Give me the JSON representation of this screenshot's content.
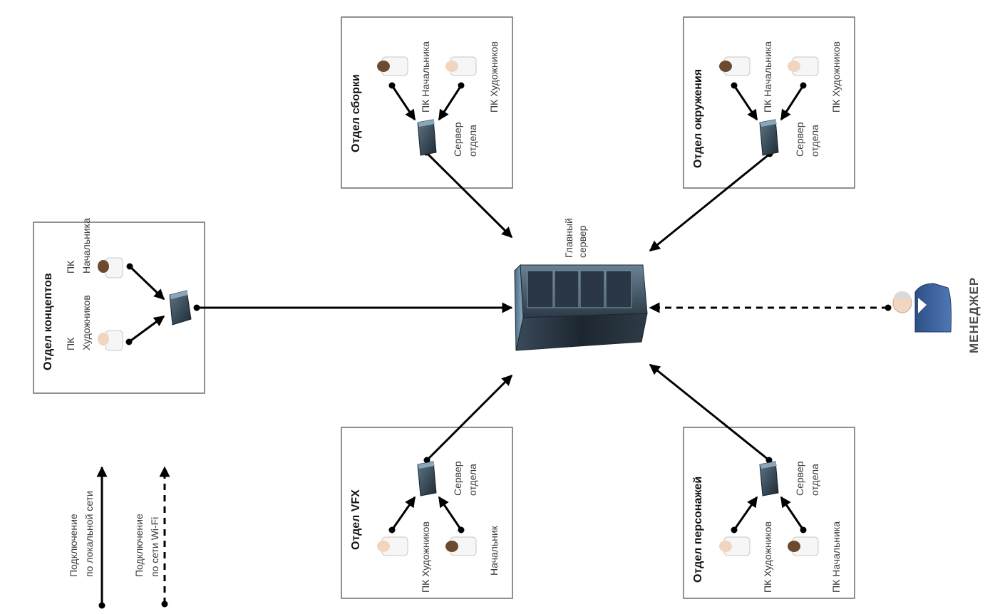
{
  "diagram": {
    "main_server": {
      "label_lines": [
        "Главный",
        "сервер"
      ]
    },
    "manager": {
      "label": "МЕНЕДЖЕР"
    },
    "departments": [
      {
        "id": "concepts",
        "title": "Отдел концептов",
        "boss_lines": [
          "ПК",
          "Начальника"
        ],
        "artists_lines": [
          "ПК",
          "Художников"
        ]
      },
      {
        "id": "assembly",
        "title": "Отдел сборки",
        "boss_lines": [
          "ПК Начальника"
        ],
        "artists_lines": [
          "ПК Художников"
        ],
        "server_lines": [
          "Сервер",
          "отдела"
        ]
      },
      {
        "id": "environment",
        "title": "Отдел окружения",
        "boss_lines": [
          "ПК Начальника"
        ],
        "artists_lines": [
          "ПК Художников"
        ],
        "server_lines": [
          "Сервер",
          "отдела"
        ]
      },
      {
        "id": "vfx",
        "title": "Отдел VFX",
        "artists_lines": [
          "ПК Художников"
        ],
        "boss_lines": [
          "Начальник"
        ],
        "server_lines": [
          "Сервер",
          "отдела"
        ]
      },
      {
        "id": "characters",
        "title": "Отдел персонажей",
        "artists_lines": [
          "ПК Художников"
        ],
        "boss_lines": [
          "ПК Начальника"
        ],
        "server_lines": [
          "Сервер",
          "отдела"
        ]
      }
    ],
    "legend": {
      "lan_lines": [
        "Подключение",
        "по локальной сети"
      ],
      "wifi_lines": [
        "Подключение",
        "по сети Wi-Fi"
      ]
    }
  }
}
